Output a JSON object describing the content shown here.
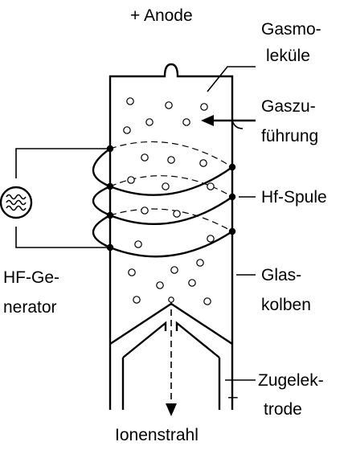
{
  "labels": {
    "anode": "+ Anode",
    "gas_molecules_line1": "Gasmo-",
    "gas_molecules_line2": "leküle",
    "gas_feed_line1": "Gaszu-",
    "gas_feed_line2": "führung",
    "hf_coil": "Hf-Spule",
    "hf_generator_line1": "HF-Ge-",
    "hf_generator_line2": "nerator",
    "glass_bulb_line1": "Glas-",
    "glass_bulb_line2": "kolben",
    "extraction_electrode_line1": "Zugelek-",
    "extraction_electrode_line2": "trode",
    "minus_sign": "–",
    "ion_beam": "Ionenstrahl"
  },
  "colors": {
    "ink": "#000000",
    "background": "#ffffff"
  }
}
